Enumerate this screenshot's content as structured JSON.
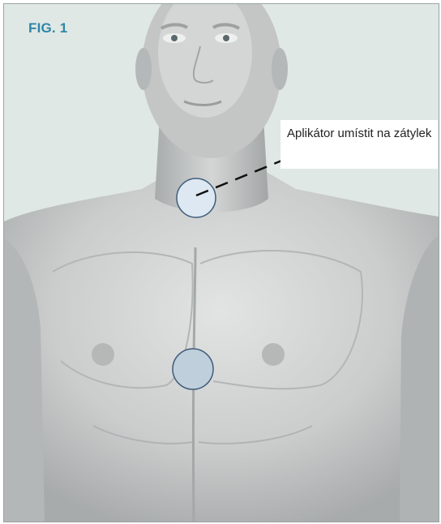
{
  "figure": {
    "label": "FIG. 1",
    "callout": "Aplikátor umístit na zátylek"
  },
  "colors": {
    "background": "#dfe8e4",
    "figure_label": "#2f86a8",
    "skin": "#c9cbcb",
    "applicator_upper_fill": "#dde8f2",
    "applicator_lower_fill": "#bfcfdb",
    "applicator_stroke": "#3f5c7a"
  },
  "icons": [
    "human-torso-illustration",
    "applicator-circle-neck",
    "applicator-circle-chest",
    "leader-line"
  ]
}
